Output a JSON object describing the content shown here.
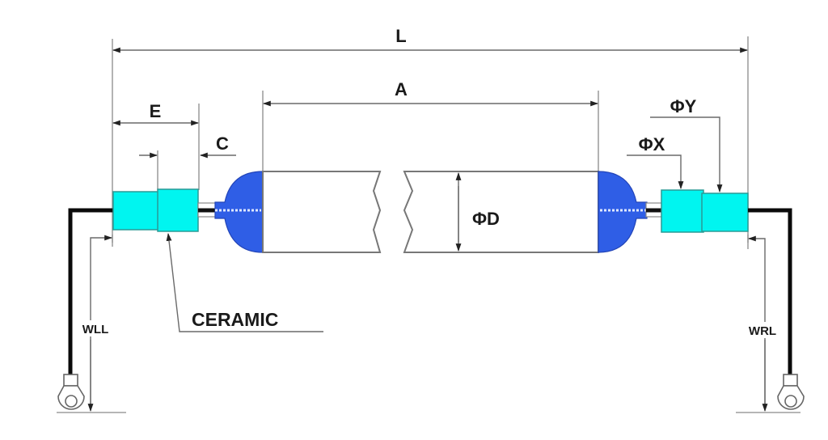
{
  "diagram": {
    "title": "UV lamp dimension drawing",
    "labels": {
      "overall_length": "L",
      "arc_length": "A",
      "end_length": "E",
      "gap": "C",
      "tube_diameter": "ΦD",
      "ceramic_diameter_x": "ΦX",
      "ceramic_diameter_y": "ΦY",
      "ceramic": "CERAMIC",
      "wire_left_length": "WLL",
      "wire_right_length": "WRL"
    },
    "colors": {
      "ceramic_fill": "#00f5f0",
      "end_cap_fill": "#2f5ee6",
      "wire": "#0a0a0a",
      "dimension_line": "#6a6a6a",
      "background": "#ffffff"
    },
    "components": [
      {
        "name": "left-ring-terminal"
      },
      {
        "name": "left-lead-wire"
      },
      {
        "name": "left-ceramic-base-outer"
      },
      {
        "name": "left-ceramic-base-inner"
      },
      {
        "name": "left-end-cap"
      },
      {
        "name": "quartz-tube-left-segment"
      },
      {
        "name": "quartz-tube-right-segment"
      },
      {
        "name": "right-end-cap"
      },
      {
        "name": "right-ceramic-base-inner"
      },
      {
        "name": "right-ceramic-base-outer"
      },
      {
        "name": "right-lead-wire"
      },
      {
        "name": "right-ring-terminal"
      }
    ]
  }
}
